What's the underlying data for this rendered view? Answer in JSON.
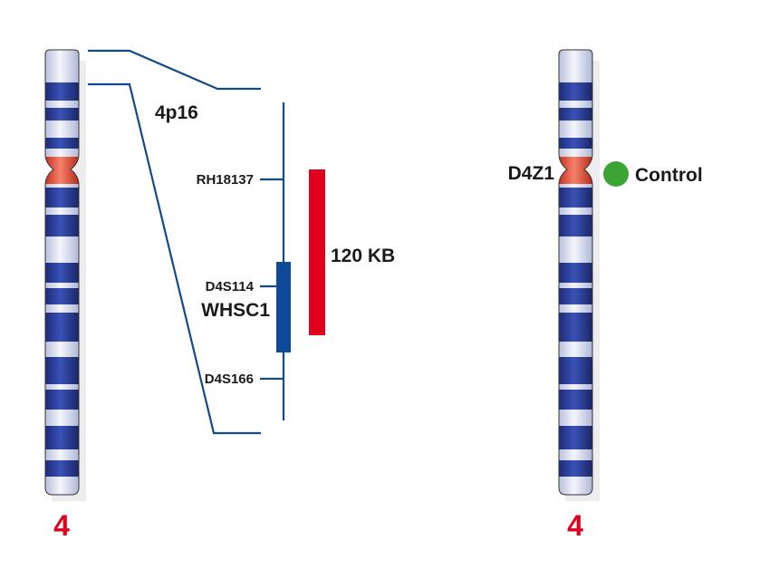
{
  "left_chromosome": {
    "number": "4",
    "region": "4p16"
  },
  "markers": {
    "rh": "RH18137",
    "d4s114": "D4S114",
    "gene": "WHSC1",
    "d4s166": "D4S166"
  },
  "probe": {
    "size_label": "120 KB"
  },
  "right_chromosome": {
    "number": "4",
    "centromere_probe": "D4Z1",
    "control_label": "Control"
  },
  "colors": {
    "band_dark": "#2a3f9a",
    "band_light": "#dfe3f2",
    "centromere": "#e2452f",
    "zoom_lines": "#14498a",
    "probe_red": "#e0001e",
    "gene_blue": "#0f4a9a",
    "control_green": "#3aa535",
    "chromosome_number": "#e0001e"
  }
}
